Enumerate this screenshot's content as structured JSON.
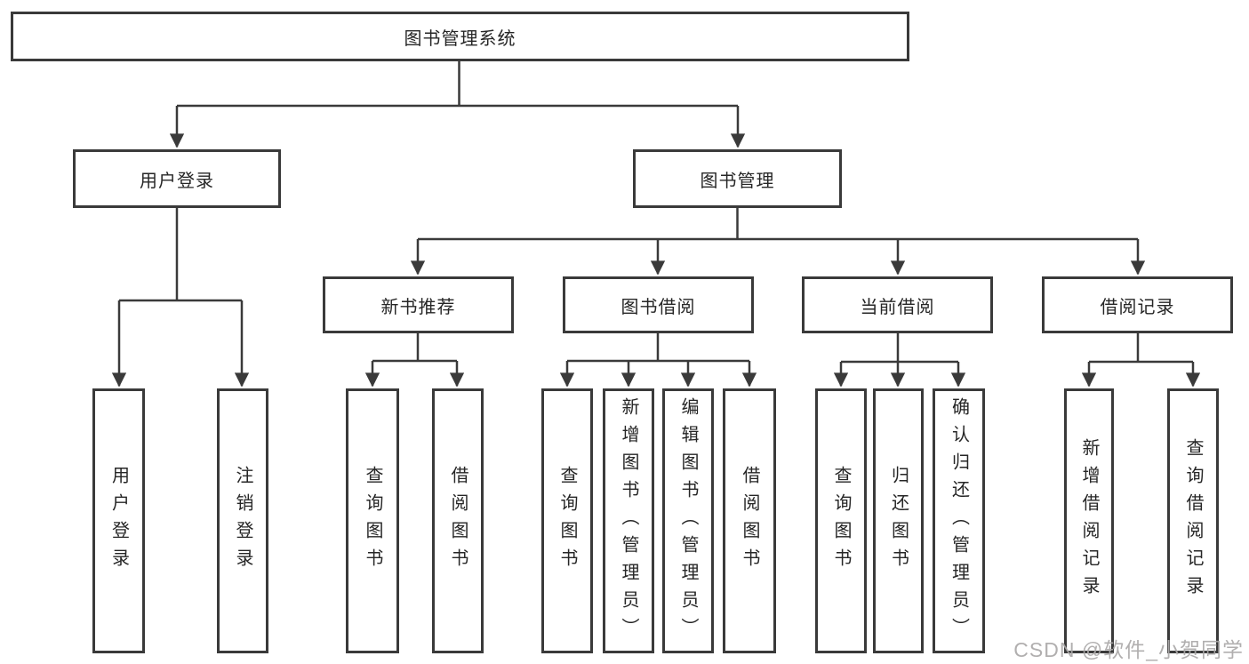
{
  "tree": {
    "root": "图书管理系统",
    "branches": [
      {
        "label": "用户登录",
        "children": [
          "用户登录",
          "注销登录"
        ]
      },
      {
        "label": "图书管理",
        "groups": [
          {
            "label": "新书推荐",
            "children": [
              "查询图书",
              "借阅图书"
            ]
          },
          {
            "label": "图书借阅",
            "children": [
              "查询图书",
              "新增图书（管理员）",
              "编辑图书（管理员）",
              "借阅图书"
            ]
          },
          {
            "label": "当前借阅",
            "children": [
              "查询图书",
              "归还图书",
              "确认归还（管理员）"
            ]
          },
          {
            "label": "借阅记录",
            "children": [
              "新增借阅记录",
              "查询借阅记录"
            ]
          }
        ]
      }
    ]
  },
  "watermark": "CSDN @软件_小贺同学",
  "colors": {
    "line": "#3a3a3a",
    "box_border": "#3a3a3a",
    "text": "#262626",
    "watermark": "#aaa8a8",
    "background": "#ffffff"
  }
}
